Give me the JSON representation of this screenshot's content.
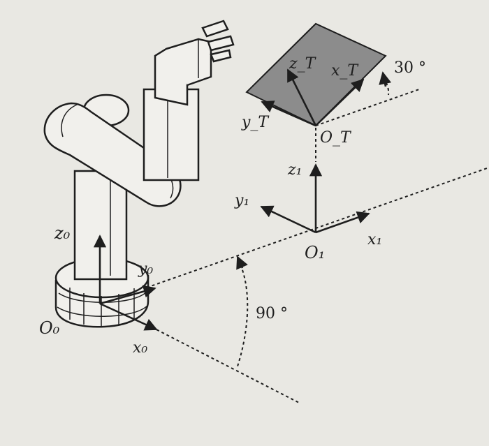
{
  "labels": {
    "z0": "z₀",
    "y0": "y₀",
    "x0": "x₀",
    "o0": "O₀",
    "z1": "z₁",
    "y1": "y₁",
    "x1": "x₁",
    "o1": "O₁",
    "zT": "z_T",
    "xT": "x_T",
    "yT": "y_T",
    "oT": "O_T",
    "angle_30": "30 °",
    "angle_90": "90 °"
  },
  "colors": {
    "background": "#e9e8e3",
    "ink": "#1e1e1e",
    "plate": "#8c8c8c"
  }
}
